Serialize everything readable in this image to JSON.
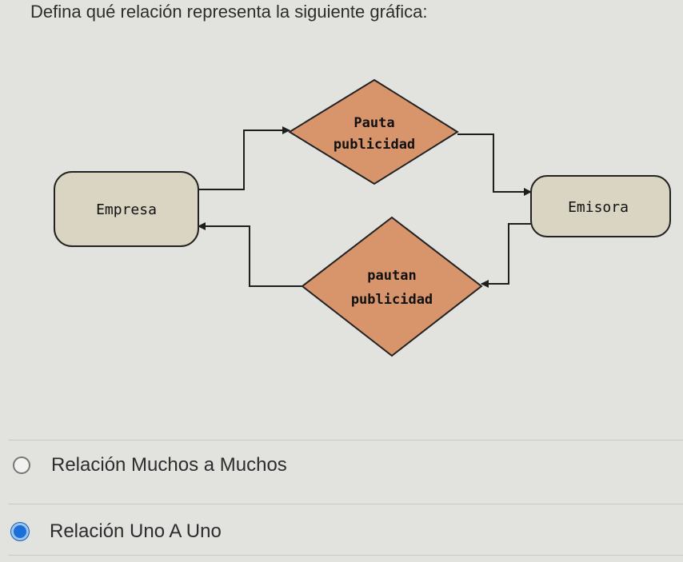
{
  "question": {
    "title": "Defina qué relación representa la siguiente gráfica:"
  },
  "diagram": {
    "entities": [
      "Empresa",
      "Emisora"
    ],
    "relation_top": [
      "Pauta",
      "publicidad"
    ],
    "relation_bottom": [
      "pautan",
      "publicidad"
    ],
    "colors": {
      "entity_fill": "#d9d5c2",
      "relation_fill": "#d8956b",
      "line": "#1e1e1e"
    }
  },
  "options": [
    {
      "label": "Relación Muchos a Muchos",
      "selected": false
    },
    {
      "label": "Relación Uno A Uno",
      "selected": true
    }
  ]
}
